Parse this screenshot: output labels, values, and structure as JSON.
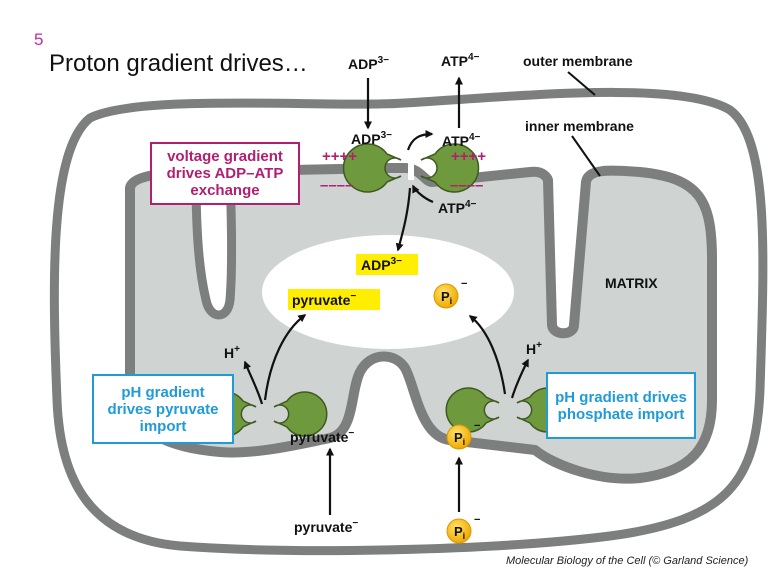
{
  "slide": {
    "number": "5",
    "title": "Proton gradient drives…"
  },
  "credit": "Molecular Biology of the Cell (© Garland Science)",
  "labels": {
    "outer_membrane": "outer membrane",
    "inner_membrane": "inner membrane",
    "matrix": "MATRIX",
    "plus_charges": "++++",
    "minus_charges": "––––",
    "h_plus": "H",
    "h_plus_sup": "+"
  },
  "molecules": {
    "adp": "ADP",
    "adp_charge": "3−",
    "atp": "ATP",
    "atp_charge": "4−",
    "pyruvate": "pyruvate",
    "pyruvate_charge": "−",
    "pi_base": "P",
    "pi_sub": "i",
    "pi_charge": "−"
  },
  "boxes": {
    "voltage": "voltage gradient drives ADP–ATP exchange",
    "pyruvate_import": "pH gradient drives pyruvate import",
    "phosphate_import": "pH gradient drives phosphate import"
  },
  "colors": {
    "membrane": "#7d7f7e",
    "matrix": "#cfd3d2",
    "magenta": "#b01f72",
    "cyan": "#1f9bd7",
    "transporter": "#6e9a3d",
    "highlight": "#ffee00",
    "phosphate": "#f6c10f"
  }
}
